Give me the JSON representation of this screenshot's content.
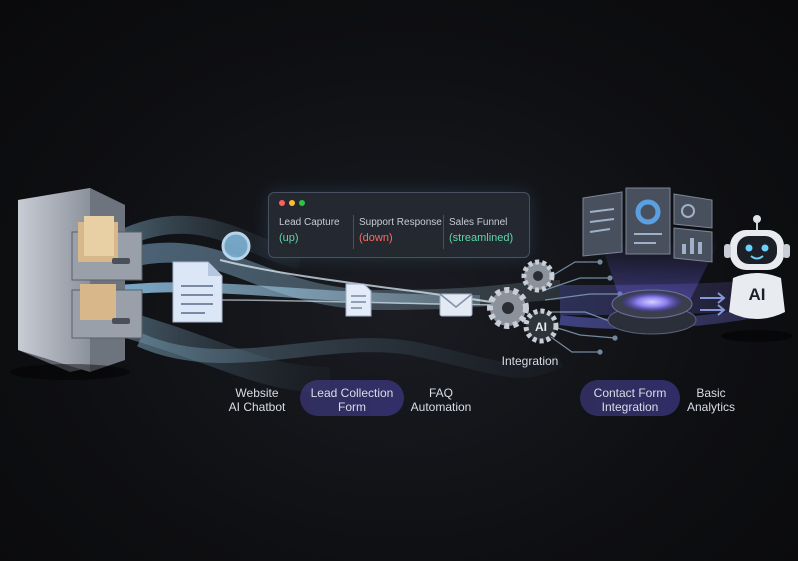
{
  "panel": {
    "columns": [
      {
        "title": "Lead Capture",
        "value": "(up)",
        "color": "#5fd6a8"
      },
      {
        "title": "Support Response",
        "value": "(down)",
        "color": "#ff6a5e"
      },
      {
        "title": "Sales Funnel",
        "value": "(streamlined)",
        "color": "#5fd6a8"
      }
    ]
  },
  "labels": {
    "website_chatbot": [
      "Website",
      "AI Chatbot"
    ],
    "lead_collection": [
      "Lead Collection",
      "Form"
    ],
    "faq": [
      "FAQ",
      "Automation"
    ],
    "integration": "Integration",
    "contact_form": [
      "Contact Form",
      "Integration"
    ],
    "analytics": [
      "Basic",
      "Analytics"
    ]
  },
  "badges": {
    "gear_ai": "AI",
    "robot_ai": "AI"
  },
  "colors": {
    "accent_glow": "#7ad0ff",
    "pill": "#4a44a0",
    "up": "#5fd6a8",
    "down": "#ff6a5e"
  }
}
